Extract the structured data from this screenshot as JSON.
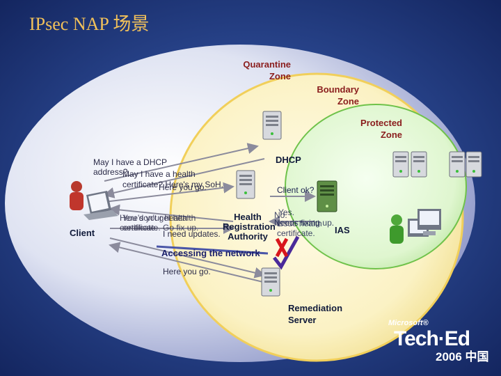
{
  "slide": {
    "title": "IPsec NAP 场景",
    "colors": {
      "background": "#1b2f6e",
      "title": "#f2c15a",
      "zone_label": "#8a1d1d",
      "check": "#4a2a9a",
      "x_mark": "#d8161c"
    }
  },
  "zones": {
    "quarantine": [
      "Quarantine",
      "Zone"
    ],
    "boundary": [
      "Boundary",
      "Zone"
    ],
    "protected": [
      "Protected",
      "Zone"
    ]
  },
  "nodes": {
    "dhcp": "DHCP",
    "client": "Client",
    "hra": [
      "Health",
      "Registration",
      "Authority"
    ],
    "ias": "IAS",
    "remediation": [
      "Remediation",
      "Server"
    ]
  },
  "messages": {
    "dhcp_request": [
      "May I have a DHCP",
      "address?"
    ],
    "health_cert_request": [
      "May I have a health",
      "certificate? Here's my SoH."
    ],
    "here_you_go_1": "Here you go.",
    "client_ok": "Client ok?",
    "yes": "Yes.",
    "no": "No.",
    "issue_health_cert": [
      "Issue health",
      "certificate."
    ],
    "needs_fixing": [
      "Needs fixing",
      "up."
    ],
    "here_your_health_cert": [
      "Here's your health",
      "certificate."
    ],
    "you_dont_get_health": [
      "You don't get health",
      "certificate. Go fix up."
    ],
    "need_updates": "I need updates.",
    "accessing_network": "Accessing the network",
    "here_you_go_2": "Here you go."
  },
  "branding": {
    "microsoft": "Microsoft®",
    "teched": "Tech·Ed",
    "event": "2006 中国"
  }
}
